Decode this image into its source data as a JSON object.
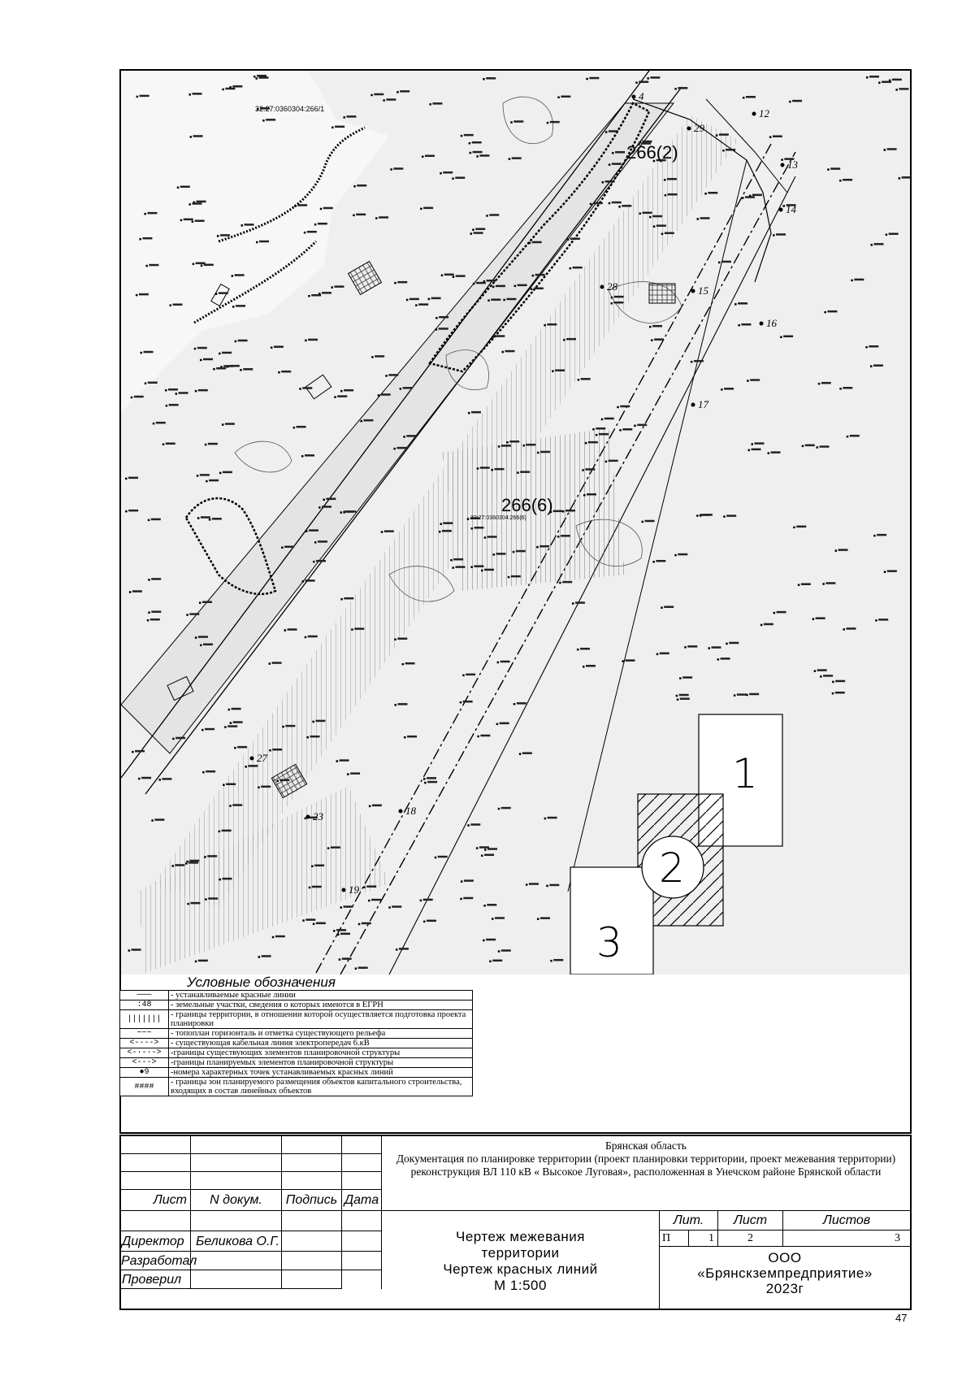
{
  "map": {
    "cadastral_top": "32:27:0360304:266/1",
    "parcel_a": "266(2)",
    "parcel_b": "266(6)",
    "parcel_b_sub": "32:27:0360304:266(6)",
    "points": [
      "4",
      "12",
      "13",
      "14",
      "15",
      "16",
      "17",
      "18",
      "19",
      "23",
      "27",
      "28",
      "29"
    ]
  },
  "sheet_index": {
    "sheet1": "1",
    "sheet2": "2",
    "sheet3": "3"
  },
  "legend": {
    "title": "Условные обозначения",
    "rows": [
      {
        "symbol": "———",
        "text": "- устанавливаемые красные линии"
      },
      {
        "symbol": ":48",
        "text": "- земельные участки, сведения о которых имеются в ЕГРН"
      },
      {
        "symbol": "|||||||",
        "text": "- границы территории, в отношении которой осуществляется подготовка проекта планировки"
      },
      {
        "symbol": "~~~",
        "text": "- топоплан горизонталь и отметка существующего рельефа"
      },
      {
        "symbol": "<---->",
        "text": "- существующая кабельная линия электропередач 6.кВ"
      },
      {
        "symbol": "<-·-·->",
        "text": "-границы существующих элементов планировочной структуры"
      },
      {
        "symbol": "<--->",
        "text": "-границы планируемых элементов планировочной структуры"
      },
      {
        "symbol": "●9",
        "text": "-номера характерных точек устанавливаемых красных линий"
      },
      {
        "symbol": "####",
        "text": "- границы зон планируемого размещения объектов капитального строительства, входящих в состав линейных объектов"
      }
    ]
  },
  "title_block": {
    "region": "Брянская область",
    "project": "Документация по планировке территории (проект планировки территории, проект межевания территории) реконструкция ВЛ 110 кВ « Высокое Луговая», расположенная в Унечском районе Брянской области",
    "col_sheet": "Лист",
    "col_doc": "N докум.",
    "col_sign": "Подпись",
    "col_date": "Дата",
    "role_director": "Директор",
    "name_director": "Беликова О.Г.",
    "role_developer": "Разработал",
    "role_checker": "Проверил",
    "drawing_title_1": "Чертеж межевания",
    "drawing_title_2": "территории",
    "drawing_title_3": "Чертеж красных линий",
    "scale": "М 1:500",
    "lit_label": "Лит.",
    "sheet_label": "Лист",
    "sheets_label": "Листов",
    "lit_value_1": "П",
    "lit_value_2": "1",
    "sheet_value": "2",
    "sheets_value": "3",
    "org_1": "ООО",
    "org_2": "«Брянскземпредприятие»",
    "year": "2023г"
  },
  "page_number": "47"
}
